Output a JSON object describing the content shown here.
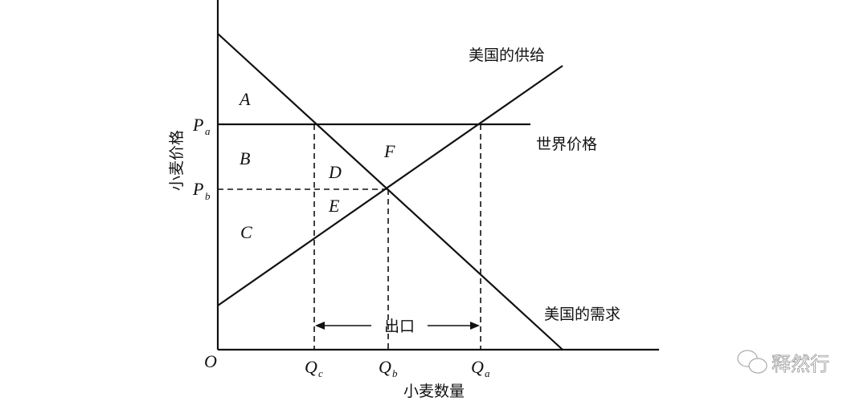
{
  "diagram": {
    "axes": {
      "origin": "O",
      "x_label": "小麦数量",
      "y_label": "小麦价格"
    },
    "price_levels": [
      {
        "label": "P",
        "sub": "a"
      },
      {
        "label": "P",
        "sub": "b"
      }
    ],
    "quantities": [
      {
        "label": "Q",
        "sub": "c"
      },
      {
        "label": "Q",
        "sub": "b"
      },
      {
        "label": "Q",
        "sub": "a"
      }
    ],
    "curves": {
      "supply": "美国的供给",
      "demand": "美国的需求",
      "world_price": "世界价格"
    },
    "areas": [
      "A",
      "B",
      "C",
      "D",
      "E",
      "F"
    ],
    "export_label": "出口"
  },
  "watermark": "释然行"
}
